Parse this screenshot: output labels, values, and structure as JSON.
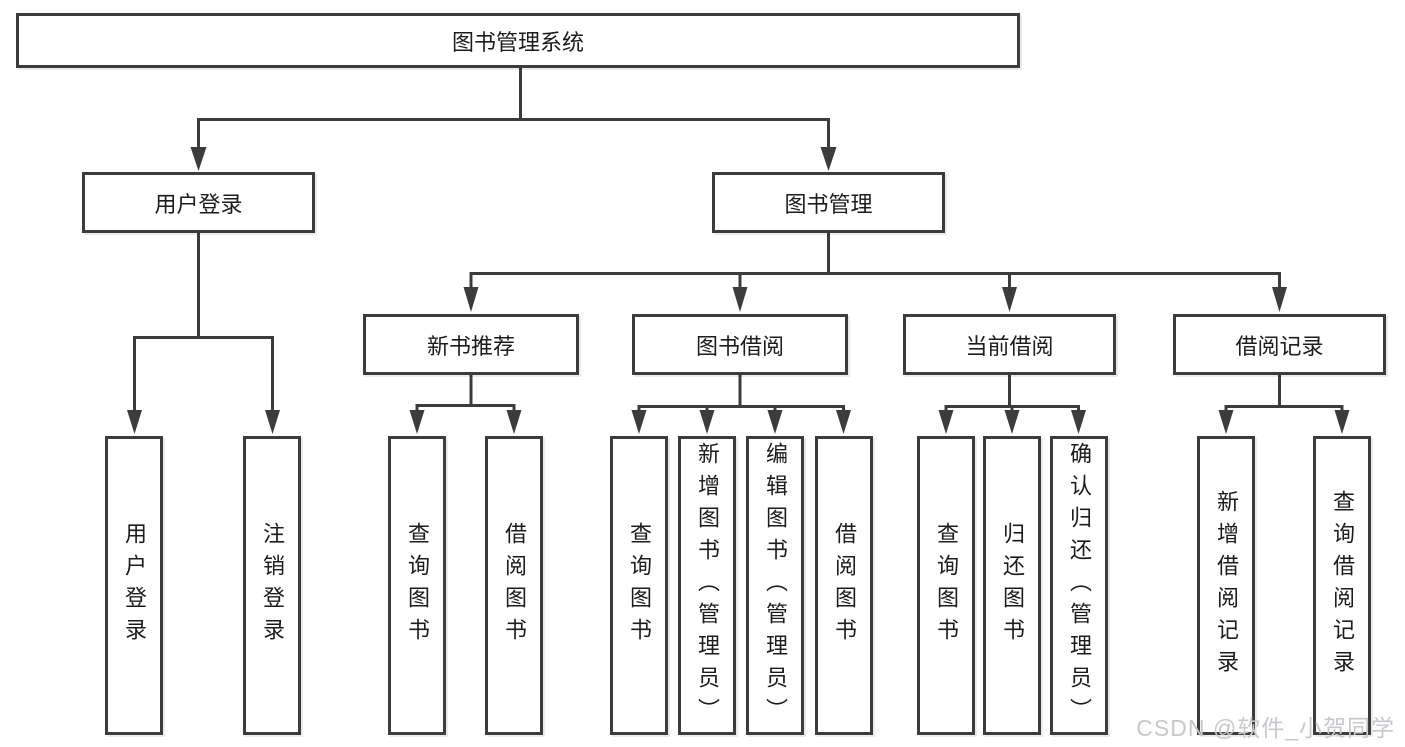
{
  "tree": {
    "label": "图书管理系统",
    "children": [
      {
        "label": "用户登录",
        "children": [
          {
            "label": "用户登录"
          },
          {
            "label": "注销登录"
          }
        ]
      },
      {
        "label": "图书管理",
        "children": [
          {
            "label": "新书推荐",
            "children": [
              {
                "label": "查询图书"
              },
              {
                "label": "借阅图书"
              }
            ]
          },
          {
            "label": "图书借阅",
            "children": [
              {
                "label": "查询图书"
              },
              {
                "label": "新增图书（管理员）"
              },
              {
                "label": "编辑图书（管理员）"
              },
              {
                "label": "借阅图书"
              }
            ]
          },
          {
            "label": "当前借阅",
            "children": [
              {
                "label": "查询图书"
              },
              {
                "label": "归还图书"
              },
              {
                "label": "确认归还（管理员）"
              }
            ]
          },
          {
            "label": "借阅记录",
            "children": [
              {
                "label": "新增借阅记录"
              },
              {
                "label": "查询借阅记录"
              }
            ]
          }
        ]
      }
    ]
  },
  "watermark": {
    "text": "CSDN @软件_小贺同学",
    "color": "#c6c8cc"
  },
  "colors": {
    "line": "#3c3c3c",
    "box_border": "#3c3c3c",
    "text": "#1c1c1c",
    "background": "#ffffff"
  }
}
